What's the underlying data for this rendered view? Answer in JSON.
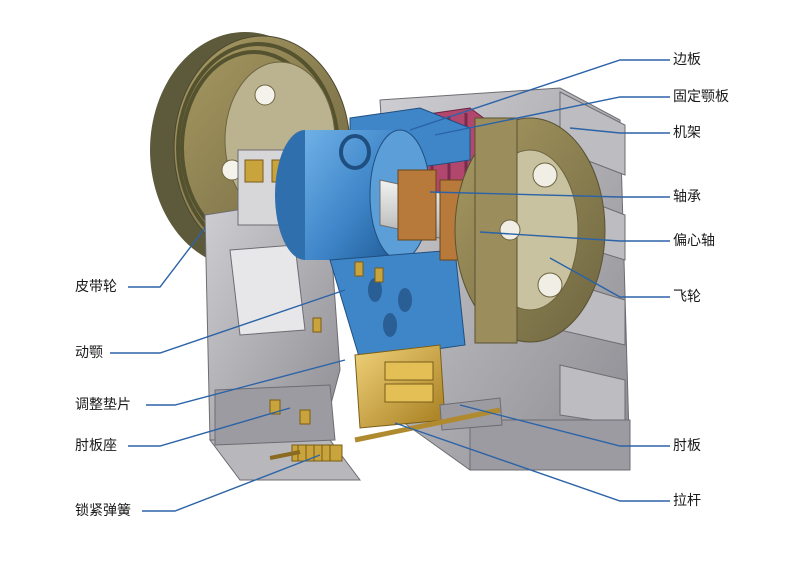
{
  "labels": {
    "bian_ban": "边板",
    "guding_e_ban": "固定颚板",
    "ji_jia": "机架",
    "zhou_cheng": "轴承",
    "pianxin_zhou": "偏心轴",
    "fei_lun": "飞轮",
    "zhou_ban": "肘板",
    "la_gan": "拉杆",
    "pidai_lun": "皮带轮",
    "dong_e": "动颚",
    "tiaozheng_dianpian": "调整垫片",
    "zhou_ban_zuo": "肘板座",
    "suojin_tanhuang": "锁紧弹簧"
  },
  "colors": {
    "leader_line": "#2b63a8",
    "frame_gray": "#a9a8ad",
    "jaw_blue": "#3f86c9",
    "flywheel_olive": "#8a7d52",
    "pulley_olive": "#6e6a45",
    "jaw_plate_red": "#b2476d",
    "brass": "#c9a33c"
  }
}
